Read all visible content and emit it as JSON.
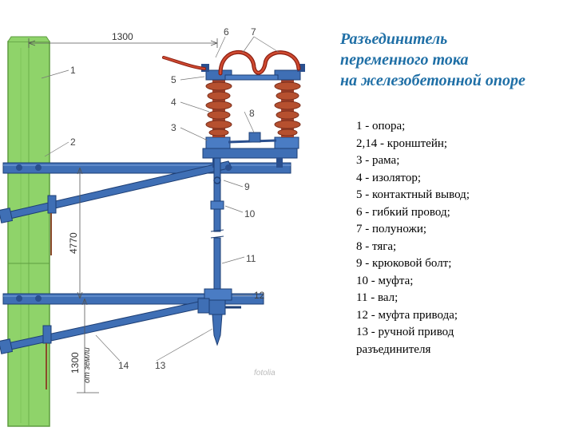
{
  "title": {
    "lines": [
      "Разъединитель",
      "переменного тока",
      "на железобетонной опоре"
    ]
  },
  "legend": {
    "items": [
      "1  -  опора;",
      "2,14  -  кронштейн;",
      "3  -  рама;",
      "4  -  изолятор;",
      "5  -  контактный вывод;",
      "6  -  гибкий провод;",
      "7  -  полуножи;",
      "8  -  тяга;",
      "9  -  крюковой болт;",
      "10  -  муфта;",
      "11  -  вал;",
      "12  -  муфта привода;",
      "13  -  ручной привод",
      "разъединителя"
    ]
  },
  "diagram": {
    "dimensions": {
      "horizontal": "1300",
      "vertical_main": "4770",
      "vertical_ground": "1300",
      "ground_label": "от земли"
    },
    "callouts": [
      "1",
      "2",
      "3",
      "4",
      "5",
      "6",
      "7",
      "8",
      "9",
      "10",
      "11",
      "12",
      "13",
      "14"
    ],
    "watermark": "fotolia",
    "colors": {
      "pole": "#8fd36a",
      "steel": "#3f6fb5",
      "insulator": "#b0452a",
      "wire": "#c0392b"
    }
  }
}
